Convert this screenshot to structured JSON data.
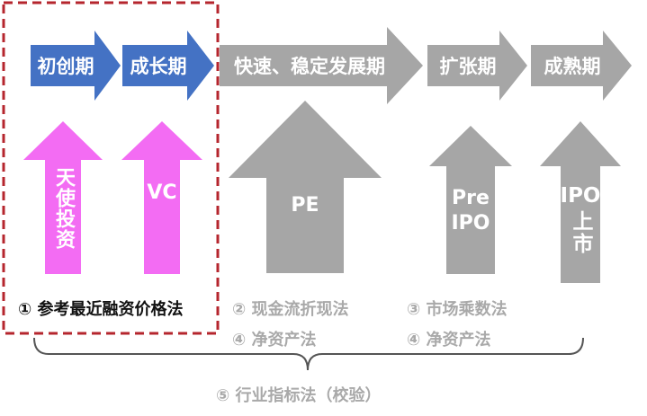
{
  "stages": [
    {
      "label": "初创期",
      "color": "#4472c4"
    },
    {
      "label": "成长期",
      "color": "#4472c4"
    },
    {
      "label": "快速、稳定发展期",
      "color": "#a6a6a6"
    },
    {
      "label": "扩张期",
      "color": "#a6a6a6"
    },
    {
      "label": "成熟期",
      "color": "#a6a6a6"
    }
  ],
  "investments": [
    {
      "label": "天使投资",
      "color": "#f36cf3"
    },
    {
      "label": "VC",
      "color": "#f36cf3"
    },
    {
      "label": "PE",
      "color": "#a6a6a6"
    },
    {
      "label_line1": "Pre",
      "label_line2": "IPO",
      "color": "#a6a6a6"
    },
    {
      "label_line1": "IPO",
      "label_line2": "上市",
      "color": "#a6a6a6"
    }
  ],
  "methods": {
    "m1": "① 参考最近融资价格法",
    "m2": "② 现金流折现法",
    "m3": "③ 市场乘数法",
    "m4a": "④ 净资产法",
    "m4b": "④ 净资产法",
    "m5": "⑤ 行业指标法（校验）"
  },
  "colors": {
    "highlight_box": "#b5262e",
    "bracket": "#555555",
    "active_text": "#111111",
    "inactive_text": "#a9a9a9"
  }
}
